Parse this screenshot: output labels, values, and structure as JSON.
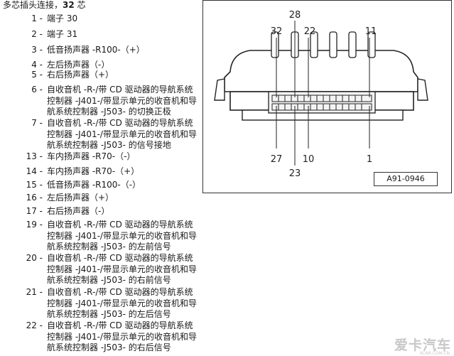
{
  "heading": {
    "prefix": "多芯插头连接，",
    "count": "32",
    "suffix": " 芯"
  },
  "pins": [
    {
      "num": "1 -",
      "desc": "端子 30"
    },
    {
      "num": "2 -",
      "desc": "端子 31"
    },
    {
      "num": "3 -",
      "desc": "低音扬声器 -R100-（+）"
    },
    {
      "num": "4 -",
      "desc": "左后扬声器（-）"
    },
    {
      "num": "5 -",
      "desc": "右后扬声器（+）"
    },
    {
      "num": "6 -",
      "desc": "自收音机 -R-/带 CD 驱动器的导航系统\n控制器 -J401-/带显示单元的收音机和导\n航系统控制器 -J503- 的切换正极"
    },
    {
      "num": "7 -",
      "desc": "自收音机 -R-/带 CD 驱动器的导航系统\n控制器 -J401-/带显示单元的收音机和导\n航系统控制器 -J503- 的信号接地"
    },
    {
      "num": "13 -",
      "desc": "车内扬声器 -R70-（-）"
    },
    {
      "num": "14 -",
      "desc": "车内扬声器 -R70-（+）"
    },
    {
      "num": "15 -",
      "desc": "低音扬声器 -R100-（-）"
    },
    {
      "num": "16 -",
      "desc": "左后扬声器（+）"
    },
    {
      "num": "17 -",
      "desc": "右后扬声器（-）"
    },
    {
      "num": "19 -",
      "desc": "自收音机 -R-/带 CD 驱动器的导航系统\n控制器 -J401-/带显示单元的收音机和导\n航系统控制器 -J503- 的左前信号"
    },
    {
      "num": "20 -",
      "desc": "自收音机 -R-/带 CD 驱动器的导航系统\n控制器 -J401-/带显示单元的收音机和导\n航系统控制器 -J503- 的右前信号"
    },
    {
      "num": "21 -",
      "desc": "自收音机 -R-/带 CD 驱动器的导航系统\n控制器 -J401-/带显示单元的收音机和导\n航系统控制器 -J503- 的左后信号"
    },
    {
      "num": "22 -",
      "desc": "自收音机 -R-/带 CD 驱动器的导航系统\n控制器 -J401-/带显示单元的收音机和导\n航系统控制器 -J503- 的右后信号"
    }
  ],
  "connector": {
    "labels_top": [
      "28",
      "32",
      "22",
      "11"
    ],
    "labels_bottom": [
      "27",
      "10",
      "1",
      "23"
    ],
    "figure_id": "A91-0946"
  },
  "watermark": {
    "text": "爱卡汽车",
    "sub": "XCAR.COM.CN"
  }
}
